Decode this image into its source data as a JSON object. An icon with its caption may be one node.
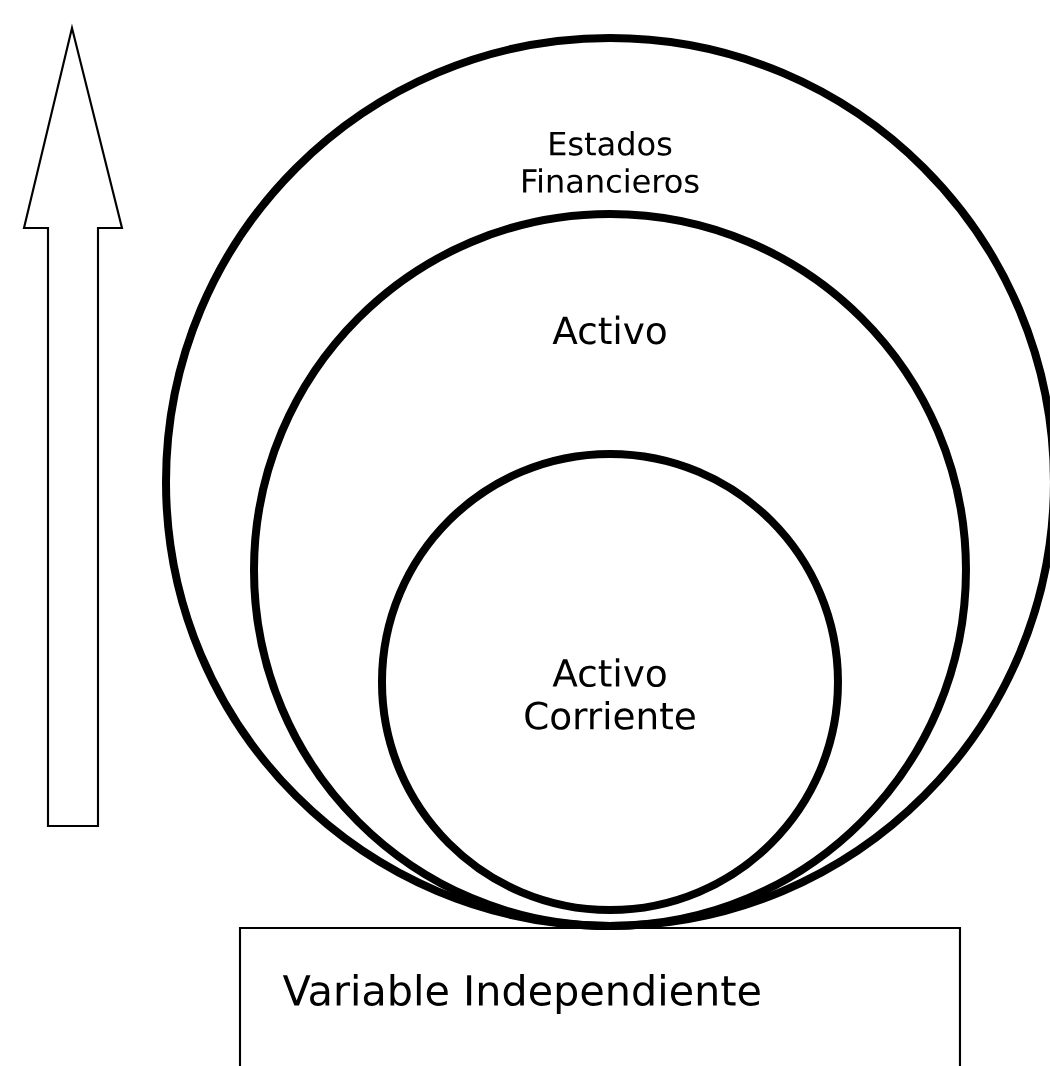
{
  "diagram": {
    "nodes": [
      {
        "text": [
          "Estados Financieros"
        ]
      },
      {
        "text": [
          "Activo"
        ],
        "in": 0
      },
      {
        "text": [
          "Activo Corriente"
        ],
        "in": 1
      },
      {
        "text": [
          "Variable Independiente"
        ]
      }
    ]
  }
}
